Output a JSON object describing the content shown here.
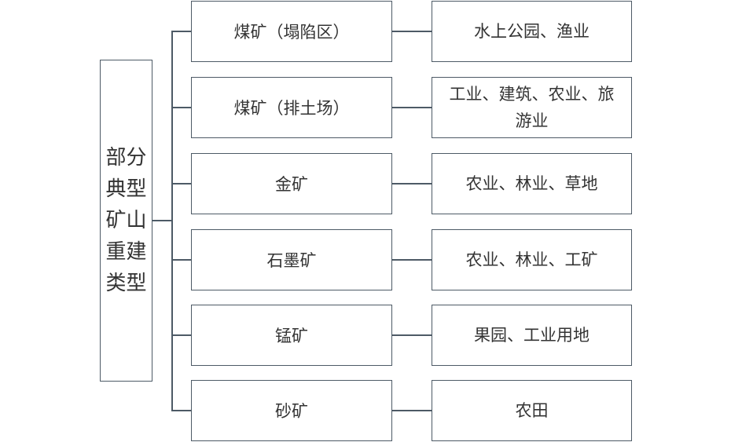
{
  "root": {
    "label": "部分典型矿山重建类型"
  },
  "rows": [
    {
      "mine": "煤矿（塌陷区）",
      "use": "水上公园、渔业"
    },
    {
      "mine": "煤矿（排土场）",
      "use": "工业、建筑、农业、旅游业"
    },
    {
      "mine": "金矿",
      "use": "农业、林业、草地"
    },
    {
      "mine": "石墨矿",
      "use": "农业、林业、工矿"
    },
    {
      "mine": "锰矿",
      "use": "果园、工业用地"
    },
    {
      "mine": "砂矿",
      "use": "农田"
    }
  ],
  "colors": {
    "line": "#4d5a66",
    "text": "#333333"
  }
}
